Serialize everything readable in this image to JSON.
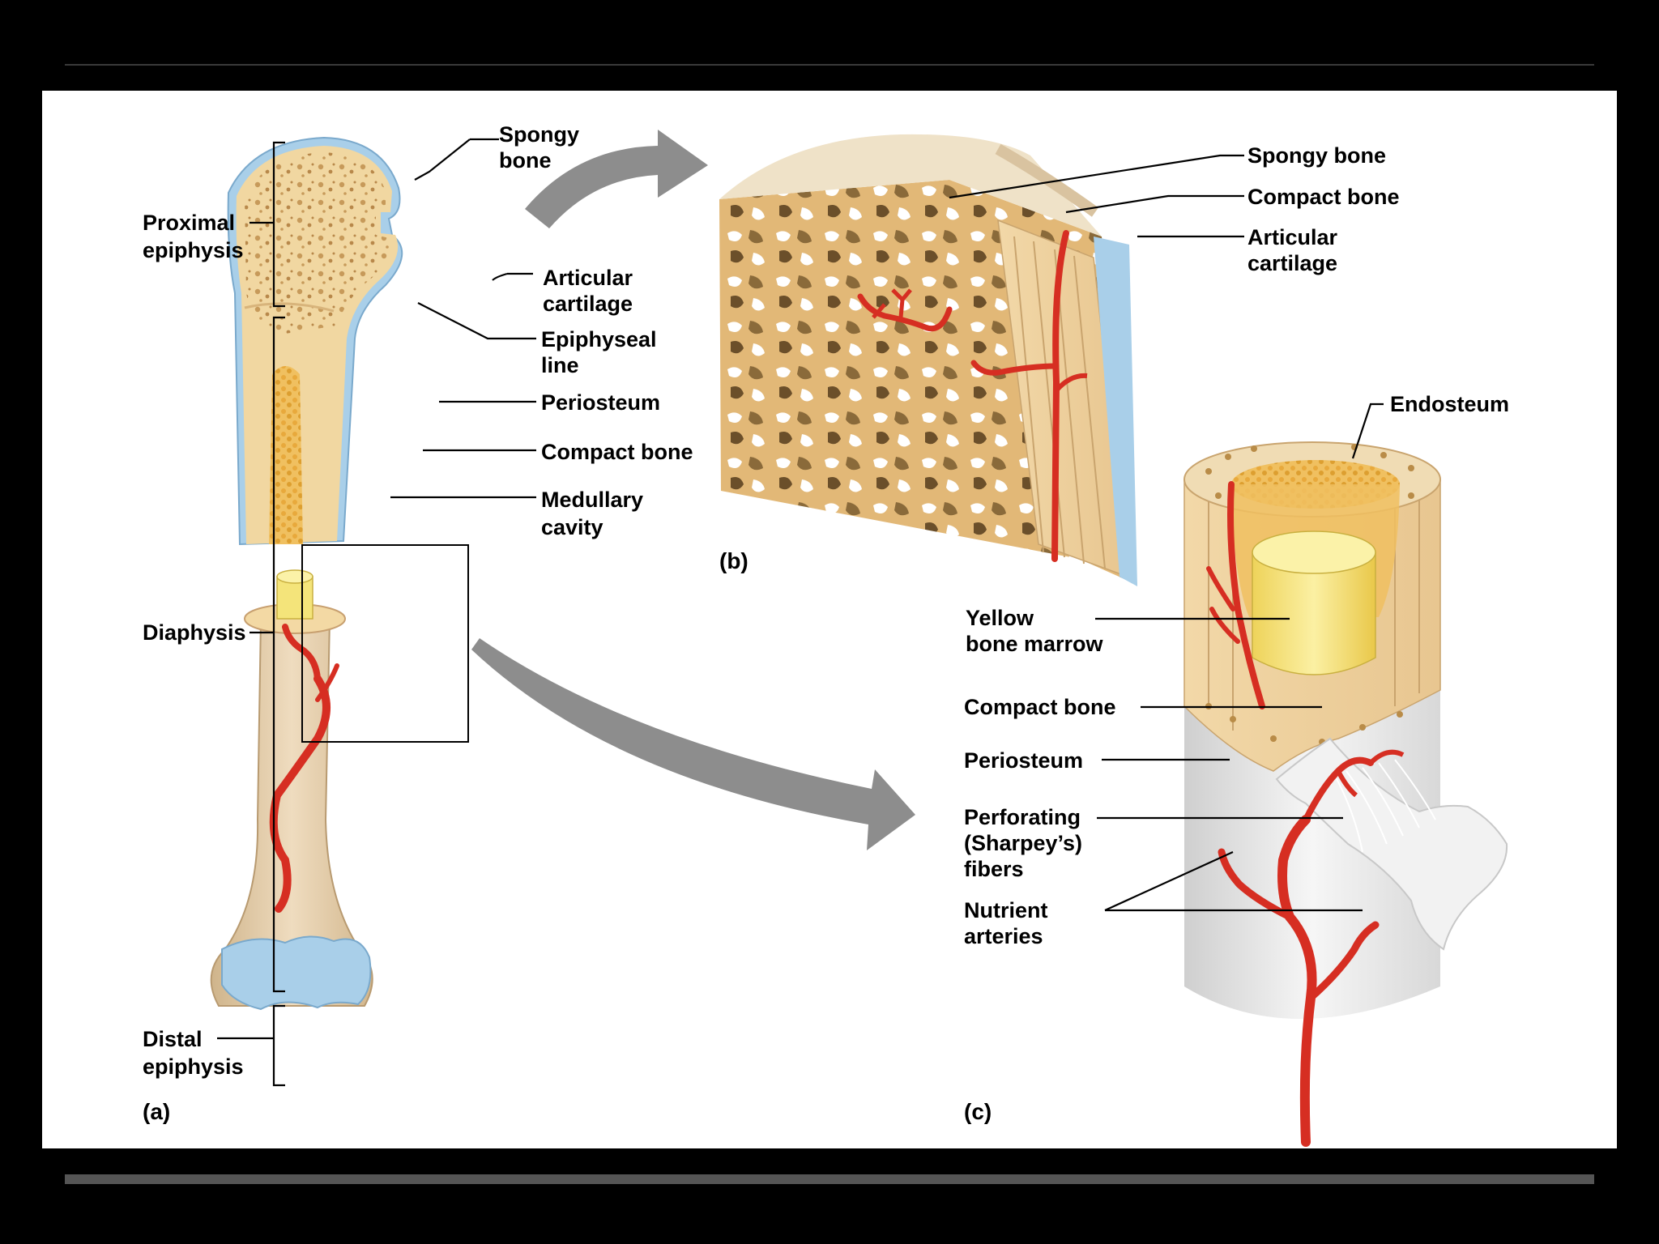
{
  "panels": {
    "a": "(a)",
    "b": "(b)",
    "c": "(c)"
  },
  "labels_a": {
    "spongy_bone": [
      "Spongy",
      "bone"
    ],
    "articular_cartilage": [
      "Articular",
      "cartilage"
    ],
    "epiphyseal_line": [
      "Epiphyseal",
      "line"
    ],
    "periosteum": "Periosteum",
    "compact_bone": "Compact bone",
    "medullary_cavity": [
      "Medullary",
      "cavity"
    ],
    "proximal_epiphysis": [
      "Proximal",
      "epiphysis"
    ],
    "diaphysis": "Diaphysis",
    "distal_epiphysis": [
      "Distal",
      "epiphysis"
    ]
  },
  "labels_b": {
    "spongy_bone": "Spongy bone",
    "compact_bone": "Compact bone",
    "articular_cartilage": [
      "Articular",
      "cartilage"
    ]
  },
  "labels_c": {
    "endosteum": "Endosteum",
    "yellow_bone_marrow": [
      "Yellow",
      "bone marrow"
    ],
    "compact_bone": "Compact bone",
    "periosteum": "Periosteum",
    "perforating_fibers": [
      "Perforating",
      "(Sharpey’s)",
      "fibers"
    ],
    "nutrient_arteries": [
      "Nutrient",
      "arteries"
    ]
  },
  "colors": {
    "bone": "#f1d7a1",
    "bone_shaft": "#e9d3b0",
    "spongy": "#d9b075",
    "cartilage": "#a9cfe9",
    "artery": "#d62e22",
    "marrow": "#f2e06a",
    "arrow": "#8d8d8d"
  }
}
